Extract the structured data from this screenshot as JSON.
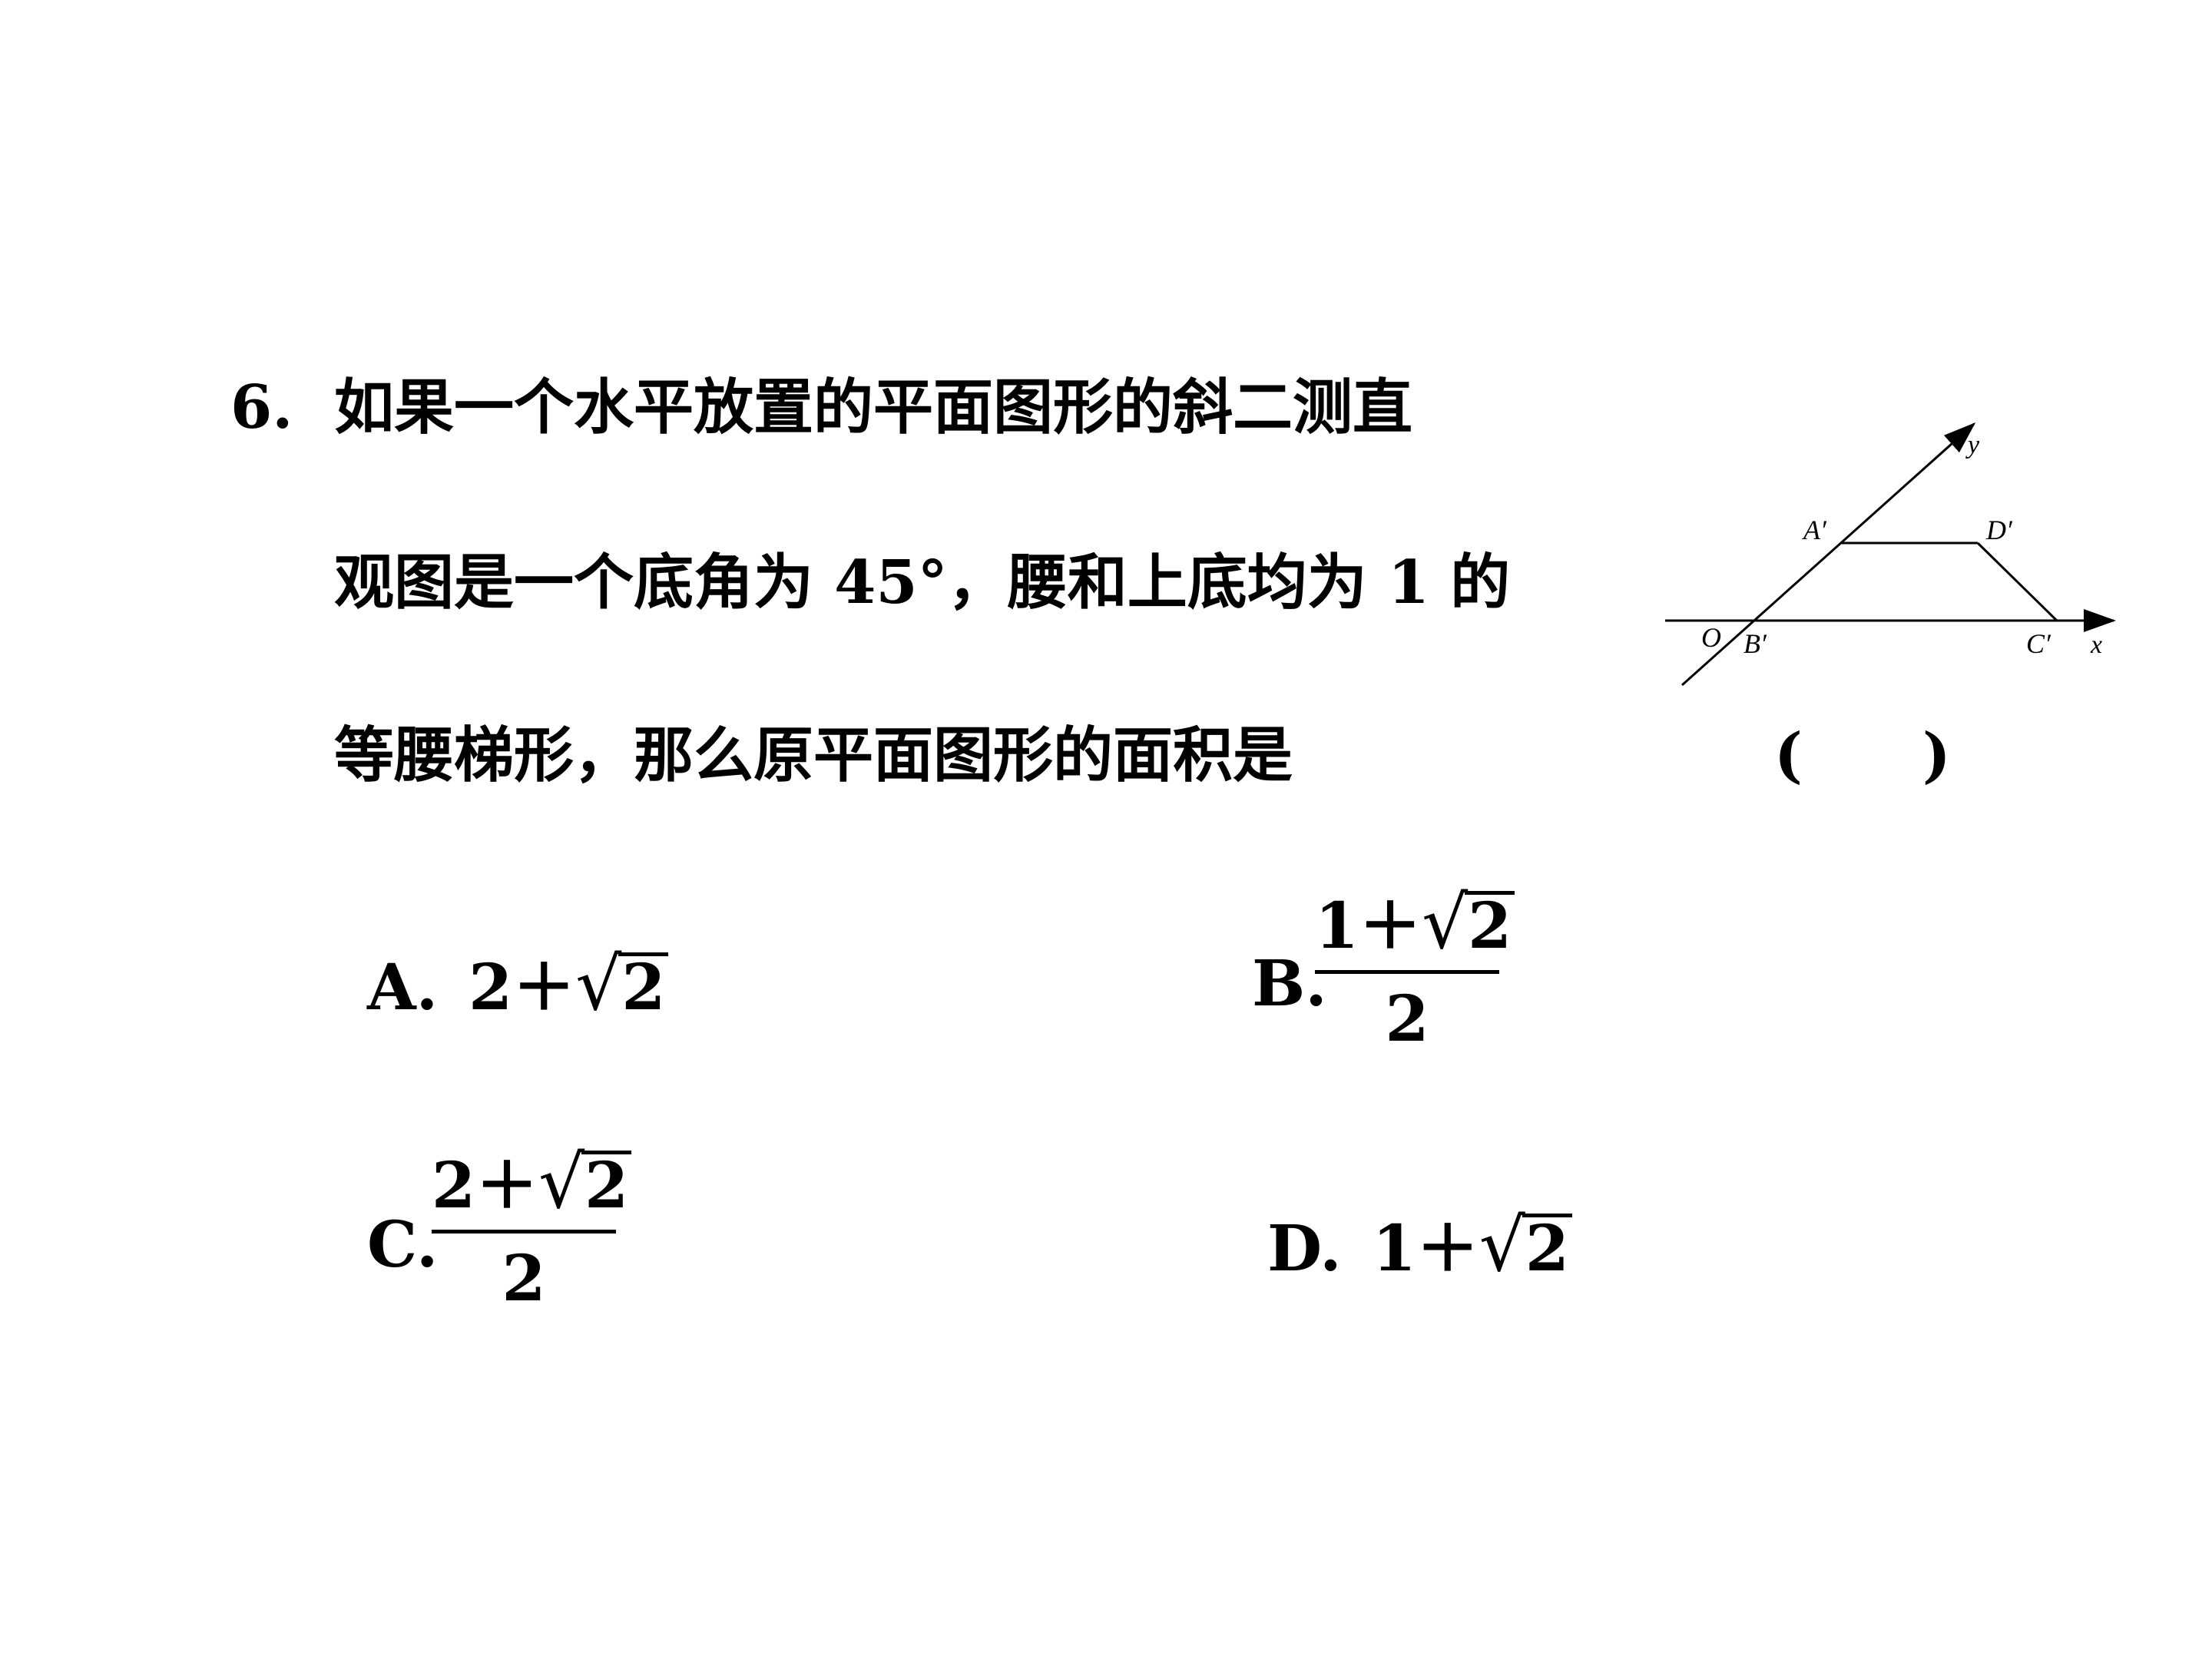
{
  "question": {
    "number": "6.",
    "line1": "如果一个水平放置的平面图形的斜二测直",
    "line2": "观图是一个底角为 45°，腰和上底均为 1 的",
    "line3": "等腰梯形，那么原平面图形的面积是",
    "answer_bracket": "(　　)"
  },
  "figure": {
    "labels": {
      "y_axis": "y",
      "x_axis": "x",
      "origin": "O",
      "A": "A′",
      "B": "B′",
      "C": "C′",
      "D": "D′"
    }
  },
  "options": {
    "A": {
      "label": "A.",
      "prefix": "2＋",
      "radicand": "2"
    },
    "B": {
      "label": "B.",
      "num_prefix": "1＋",
      "radicand": "2",
      "den": "2"
    },
    "C": {
      "label": "C.",
      "num_prefix": "2＋",
      "radicand": "2",
      "den": "2"
    },
    "D": {
      "label": "D.",
      "prefix": "1＋",
      "radicand": "2"
    }
  }
}
